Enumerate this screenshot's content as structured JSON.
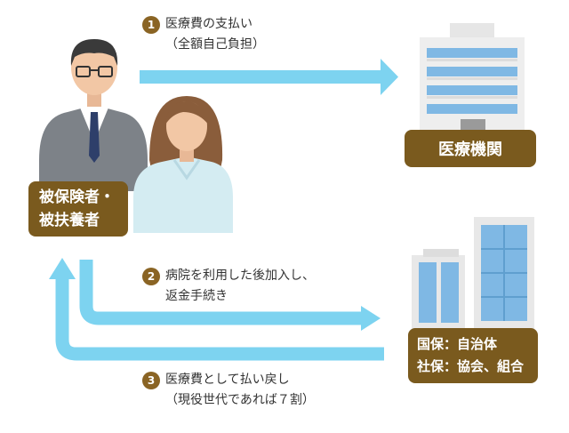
{
  "steps": [
    {
      "number": "1",
      "line1": "医療費の支払い",
      "line2": "（全額自己負担）"
    },
    {
      "number": "2",
      "line1": "病院を利用した後加入し、",
      "line2": "返金手続き"
    },
    {
      "number": "3",
      "line1": "医療費として払い戻し",
      "line2": "（現役世代であれば７割）"
    }
  ],
  "insured": {
    "line1": "被保険者・",
    "line2": "被扶養者"
  },
  "hospital": {
    "label": "医療機関"
  },
  "insurers": {
    "line1": "国保：自治体",
    "line2": "社保：協会、組合"
  },
  "colors": {
    "arrow": "#7dd3f0",
    "label_bg": "#7a5a1e",
    "number_bg": "#8a6424"
  }
}
